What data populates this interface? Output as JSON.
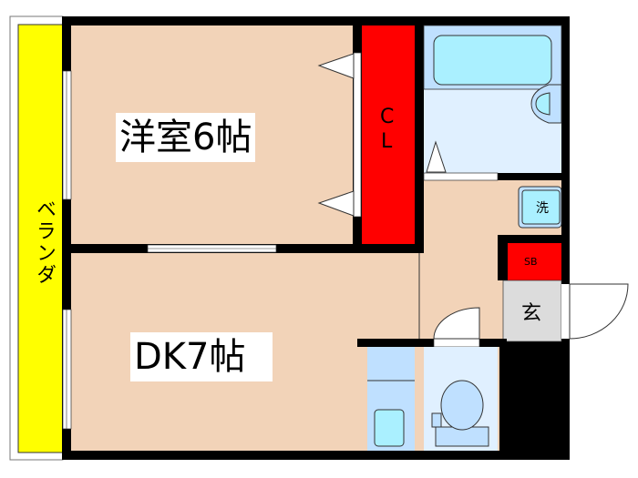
{
  "rooms": {
    "western_room": "洋室6帖",
    "dk": "DK7帖",
    "closet": "C\nL",
    "closet_c": "C",
    "closet_l": "L",
    "balcony": "ベランダ",
    "laundry": "洗",
    "shoe_box": "SB",
    "entrance": "玄"
  },
  "colors": {
    "wall": "#000000",
    "floor": "#f2d3b8",
    "closet": "#ff0000",
    "balcony": "#ffff00",
    "bath": "#e0f0ff",
    "fixture": "#aaf0ff",
    "entrance": "#dcdcdc"
  }
}
